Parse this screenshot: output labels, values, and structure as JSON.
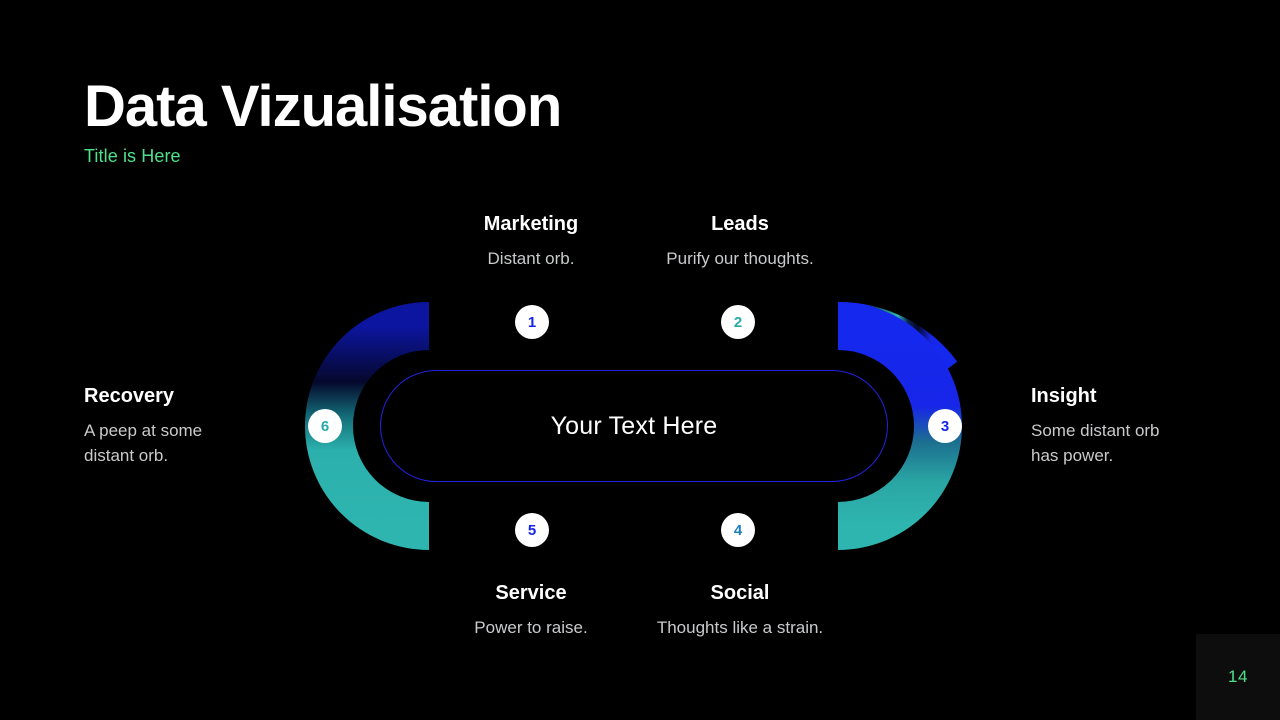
{
  "header": {
    "title": "Data Vizualisation",
    "subtitle": "Title is Here",
    "subtitle_color": "#4fe08a",
    "title_color": "#ffffff"
  },
  "diagram": {
    "center_label": "Your Text Here",
    "ring_colors": {
      "blue": "#1726e8",
      "deep_navy": "#060a3a",
      "teal": "#2fb5b0",
      "inner_outline": "#2222dd"
    },
    "steps": [
      {
        "number": "1",
        "number_color": "#1726e8",
        "title": "Marketing",
        "description": "Distant orb."
      },
      {
        "number": "2",
        "number_color": "#26a9ab",
        "title": "Leads",
        "description": "Purify our thoughts."
      },
      {
        "number": "3",
        "number_color": "#1726e8",
        "title": "Insight",
        "description": "Some distant orb\nhas power."
      },
      {
        "number": "4",
        "number_color": "#1b7fbf",
        "title": "Social",
        "description": "Thoughts like a strain."
      },
      {
        "number": "5",
        "number_color": "#1726e8",
        "title": "Service",
        "description": "Power to raise."
      },
      {
        "number": "6",
        "number_color": "#26a9ab",
        "title": "Recovery",
        "description": "A peep at some\ndistant orb."
      }
    ]
  },
  "footer": {
    "page_number": "14",
    "page_number_color": "#4fe08a"
  },
  "chart_data": {
    "type": "diagram",
    "subtype": "cycle-loop-racetrack",
    "title": "Data Vizualisation",
    "center": "Your Text Here",
    "node_count": 6,
    "nodes": [
      {
        "index": 1,
        "label": "Marketing",
        "text": "Distant orb.",
        "position": "top-left"
      },
      {
        "index": 2,
        "label": "Leads",
        "text": "Purify our thoughts.",
        "position": "top-right"
      },
      {
        "index": 3,
        "label": "Insight",
        "text": "Some distant orb has power.",
        "position": "right"
      },
      {
        "index": 4,
        "label": "Social",
        "text": "Thoughts like a strain.",
        "position": "bottom-right"
      },
      {
        "index": 5,
        "label": "Service",
        "text": "Power to raise.",
        "position": "bottom-left"
      },
      {
        "index": 6,
        "label": "Recovery",
        "text": "A peep at some distant orb.",
        "position": "left"
      }
    ]
  }
}
